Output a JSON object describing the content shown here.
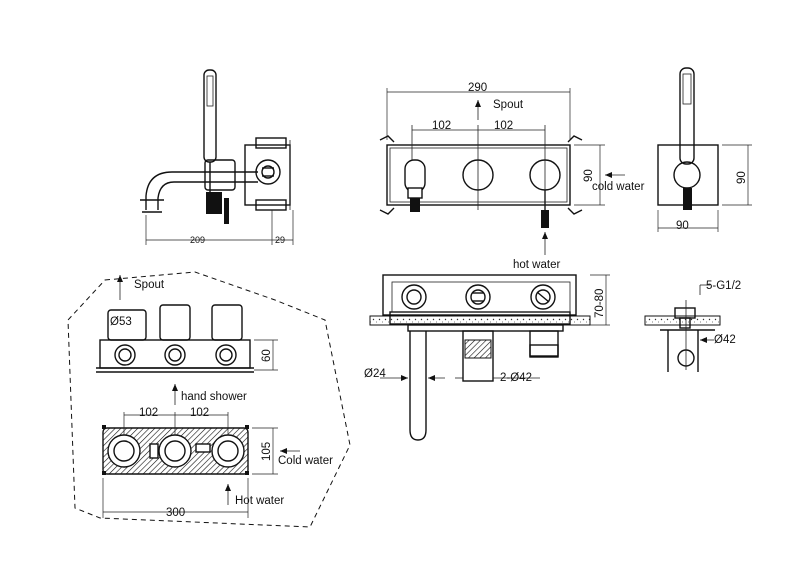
{
  "labels": {
    "spout_top": "Spout",
    "dim_290": "290",
    "dim_102_a": "102",
    "dim_102_b": "102",
    "dim_90_front": "90",
    "cold_water_top": "cold water",
    "hot_water_mid": "hot water",
    "dim_90_side_h": "90",
    "dim_90_side_w": "90",
    "dim_209": "209",
    "dim_29": "29",
    "spout_left": "Spout",
    "dim_d53": "Ø53",
    "dim_60": "60",
    "hand_shower": "hand shower",
    "dim_102_c": "102",
    "dim_102_d": "102",
    "dim_105": "105",
    "cold_water_bottom": "Cold water",
    "hot_water_bottom": "Hot water",
    "dim_300": "300",
    "dim_70_80": "70-80",
    "dim_d24": "Ø24",
    "dim_2d42": "2-Ø42",
    "dim_5g12": "5-G1/2",
    "dim_d42": "Ø42"
  }
}
